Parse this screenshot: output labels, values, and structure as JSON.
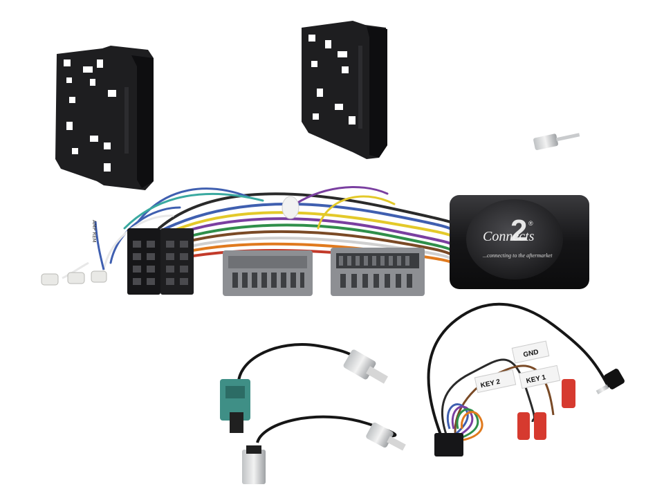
{
  "module": {
    "brand_top": "2",
    "brand_name": "Connects",
    "tagline": "...connecting to the aftermarket",
    "trademark": "®"
  },
  "labels": {
    "gnd": "GND",
    "key1": "KEY 1",
    "key2": "KEY 2",
    "amp_remote": "AMP REM"
  },
  "colors": {
    "frame": "#1c1c1e",
    "connector_grey": "#8d8f93",
    "fakra": "#3f8f86",
    "pin_red": "#d63a2f"
  }
}
